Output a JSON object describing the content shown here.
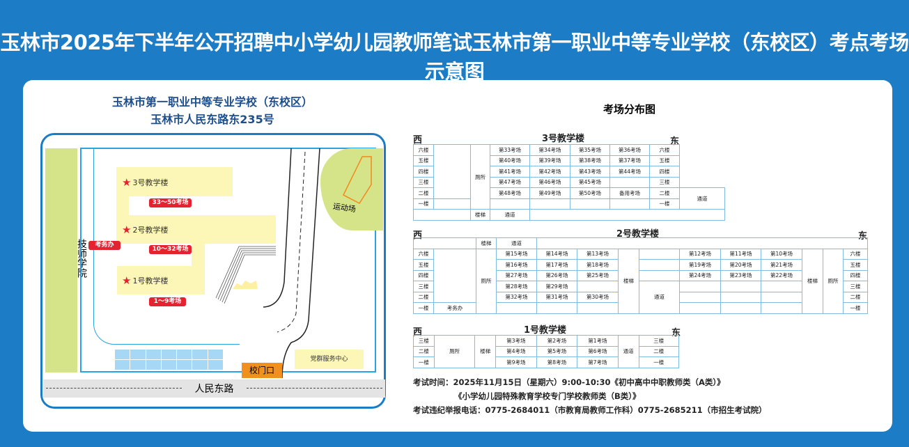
{
  "title": "玉林市2025年下半年公开招聘中小学幼儿园教师笔试玉林市第一职业中等专业学校（东校区）考点考场示意图",
  "school": {
    "name": "玉林市第一职业中等专业学校（东校区）",
    "address": "玉林市人民东路东235号"
  },
  "map": {
    "tech_college": "技师学院",
    "b3": "3号教学楼",
    "b2": "2号教学楼",
    "b1": "1号教学楼",
    "b3_rooms": "33～50考场",
    "b2_rooms": "10～32考场",
    "b1_rooms": "1～9考场",
    "office": "考务办",
    "field": "运动场",
    "gate": "校门口",
    "service": "党群服务中心",
    "road": "人民东路"
  },
  "layout_title": "考场分布图",
  "labels": {
    "west": "西",
    "east": "东",
    "toilet": "厕所",
    "stairs": "楼梯",
    "corridor": "通道",
    "office": "考务办",
    "spare": "备用考场"
  },
  "b3": {
    "title": "3号教学楼",
    "floors": [
      "六楼",
      "五楼",
      "四楼",
      "三楼",
      "二楼",
      "一楼"
    ],
    "rooms": [
      [
        "第33考场",
        "第34考场",
        "第35考场",
        "第36考场"
      ],
      [
        "第40考场",
        "第39考场",
        "第38考场",
        "第37考场"
      ],
      [
        "第41考场",
        "第42考场",
        "第43考场",
        "第44考场"
      ],
      [
        "第47考场",
        "第46考场",
        "第45考场",
        ""
      ],
      [
        "第48考场",
        "第49考场",
        "第50考场",
        "备用考场"
      ]
    ]
  },
  "b2": {
    "title": "2号教学楼",
    "floors": [
      "六楼",
      "五楼",
      "四楼",
      "三楼",
      "二楼",
      "一楼"
    ],
    "west_rooms": [
      [
        "第15考场",
        "第14考场",
        "第13考场"
      ],
      [
        "第16考场",
        "第17考场",
        "第18考场"
      ],
      [
        "第27考场",
        "第26考场",
        "第25考场"
      ],
      [
        "第28考场",
        "第29考场",
        ""
      ],
      [
        "第32考场",
        "第31考场",
        "第30考场"
      ]
    ],
    "east_rooms": [
      [
        "第12考场",
        "第11考场",
        "第10考场"
      ],
      [
        "第19考场",
        "第20考场",
        "第21考场"
      ],
      [
        "第24考场",
        "第23考场",
        "第22考场"
      ]
    ]
  },
  "b1": {
    "title": "1号教学楼",
    "floors": [
      "三楼",
      "二楼",
      "一楼"
    ],
    "rooms": [
      [
        "第3考场",
        "第2考场",
        "第1考场"
      ],
      [
        "第4考场",
        "第5考场",
        "第6考场"
      ],
      [
        "第9考场",
        "第8考场",
        "第7考场"
      ]
    ]
  },
  "notes": {
    "time_label": "考试时间：",
    "time_a": "2025年11月15日（星期六）9:00-10:30《初中高中中职教师类（A类）》",
    "time_b": "《小学幼儿园特殊教育学校专门学校教师类（B类）》",
    "phone_label": "考试违纪举报电话：",
    "phone": "0775-2684011（市教育局教师工作科）0775-2685211（市招生考试院）"
  }
}
